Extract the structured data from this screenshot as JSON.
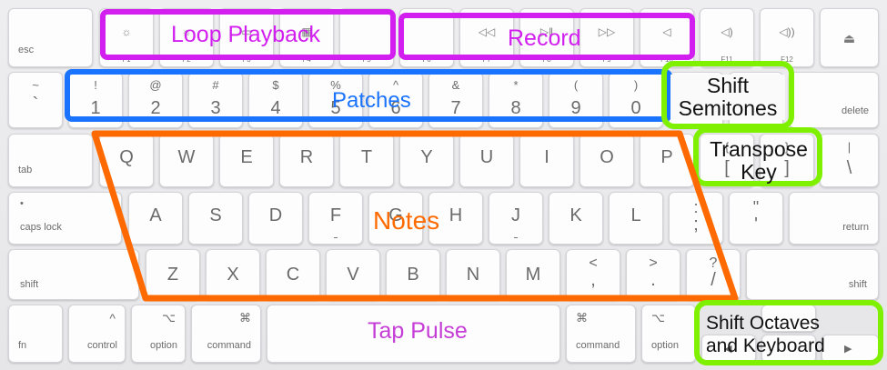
{
  "annotations": {
    "loop_playback": "Loop Playback",
    "record": "Record",
    "patches": "Patches",
    "shift_semitones": "Shift\nSemitones",
    "transpose_key": "Transpose\nKey",
    "notes": "Notes",
    "tap_pulse": "Tap Pulse",
    "shift_octaves_keyboard": "Shift Octaves\nand Keyboard"
  },
  "colors": {
    "loop_record": "#d21ff0",
    "patches": "#1a73ff",
    "shift": "#7ff000",
    "notes": "#ff6a00",
    "tap_pulse": "#c53cd6"
  },
  "keys": {
    "esc": "esc",
    "f1": "F1",
    "f2": "F2",
    "f3": "F3",
    "f4": "F4",
    "f5": "F5",
    "f6": "F6",
    "f7": "F7",
    "f8": "F8",
    "f9": "F9",
    "f10": "F10",
    "f11": "F11",
    "f12": "F12",
    "f1_icon": "☼",
    "f2_icon": "☼",
    "f3_icon": "▭",
    "f4_icon": "▦",
    "f7_icon": "◁◁",
    "f8_icon": "▷‖",
    "f9_icon": "▷▷",
    "f10_icon": "◁",
    "f11_icon": "◁)",
    "f12_icon": "◁))",
    "eject_icon": "⏏",
    "tilde_up": "~",
    "tilde_low": "`",
    "n1_up": "!",
    "n1": "1",
    "n2_up": "@",
    "n2": "2",
    "n3_up": "#",
    "n3": "3",
    "n4_up": "$",
    "n4": "4",
    "n5_up": "%",
    "n5": "5",
    "n6_up": "^",
    "n6": "6",
    "n7_up": "&",
    "n7": "7",
    "n8_up": "*",
    "n8": "8",
    "n9_up": "(",
    "n9": "9",
    "n0_up": ")",
    "n0": "0",
    "minus_up": "_",
    "minus": "–",
    "plus_up": "+",
    "plus": "=",
    "delete": "delete",
    "tab": "tab",
    "q": "Q",
    "w": "W",
    "e": "E",
    "r": "R",
    "t": "T",
    "y": "Y",
    "u": "U",
    "i": "I",
    "o": "O",
    "p": "P",
    "lbracket_up": "{",
    "lbracket": "[",
    "rbracket_up": "}",
    "rbracket": "]",
    "pipe_up": "|",
    "backslash": "\\",
    "caps_dot": "•",
    "caps_lock": "caps lock",
    "a": "A",
    "s": "S",
    "d": "D",
    "f": "F",
    "g": "G",
    "h": "H",
    "j": "J",
    "k": "K",
    "l": "L",
    "semicolon_up": ":",
    "semicolon": ";",
    "quote_up": "\"",
    "quote": "'",
    "return": "return",
    "shift_left": "shift",
    "z": "Z",
    "x": "X",
    "c": "C",
    "v": "V",
    "b": "B",
    "n": "N",
    "m": "M",
    "comma_up": "<",
    "comma": ",",
    "period_up": ">",
    "period": ".",
    "slash_up": "?",
    "slash": "/",
    "shift_right": "shift",
    "fn": "fn",
    "control_icon": "^",
    "control": "control",
    "option_icon": "⌥",
    "option": "option",
    "command_icon": "⌘",
    "command": "command",
    "left_arrow": "◀",
    "right_arrow": "▶"
  }
}
